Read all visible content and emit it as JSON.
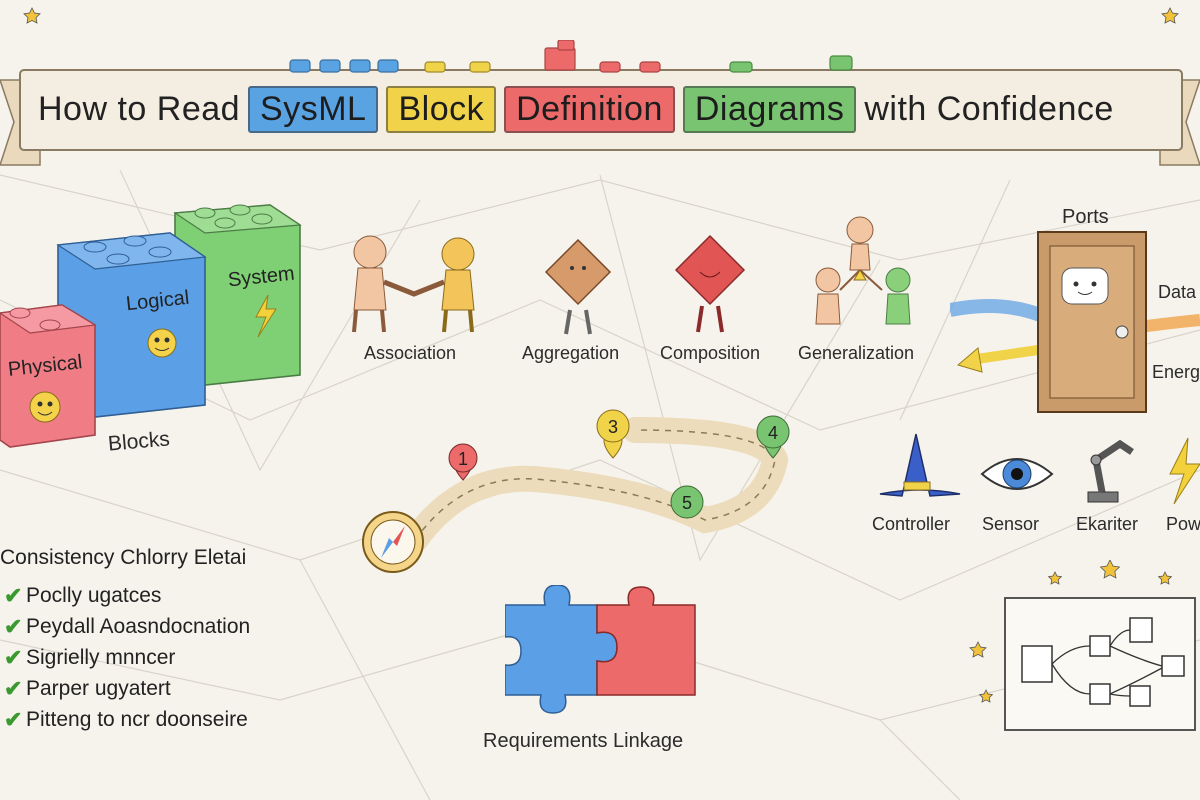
{
  "title": {
    "prefix": "How to Read",
    "blocks": [
      {
        "text": "SysML",
        "color": "#5aa3e3"
      },
      {
        "text": "Block",
        "color": "#f1d34a"
      },
      {
        "text": "Definition",
        "color": "#ec6a6a"
      },
      {
        "text": "Diagrams",
        "color": "#79c470"
      }
    ],
    "suffix": "with Confidence"
  },
  "blocks_section": {
    "cubes": [
      {
        "label": "Physical",
        "color": "#f07c86"
      },
      {
        "label": "Logical",
        "color": "#5b9fe6"
      },
      {
        "label": "System",
        "color": "#7fcf74"
      }
    ],
    "caption": "Blocks"
  },
  "relationships": [
    {
      "label": "Association",
      "icon": "handshake-figures-icon"
    },
    {
      "label": "Aggregation",
      "icon": "diamond-figure-icon"
    },
    {
      "label": "Composition",
      "icon": "filled-diamond-figure-icon"
    },
    {
      "label": "Generalization",
      "icon": "family-tree-figures-icon"
    }
  ],
  "ports": {
    "title": "Ports",
    "flows": [
      "Data",
      "Energ"
    ]
  },
  "roles": [
    {
      "label": "Controller",
      "icon": "wizard-hat-icon"
    },
    {
      "label": "Sensor",
      "icon": "eye-icon"
    },
    {
      "label": "Ekariter",
      "icon": "robot-arm-icon"
    },
    {
      "label": "Pow",
      "icon": "lightning-icon"
    }
  ],
  "path_steps": [
    "1",
    "3",
    "4",
    "5"
  ],
  "checklist": {
    "title": "Consistency Chlorry Eletai",
    "items": [
      "Poclly ugatces",
      "Peydall Aoasndocnation",
      "Sigrielly mnncer",
      "Parper ugyatert",
      "Pitteng to ncr doonseire"
    ]
  },
  "requirements": {
    "caption": "Requirements Linkage"
  },
  "colors": {
    "background": "#f6f3ec",
    "banner": "#f3ecdf",
    "path": "#ecdcbb",
    "check": "#3a9a2f"
  }
}
